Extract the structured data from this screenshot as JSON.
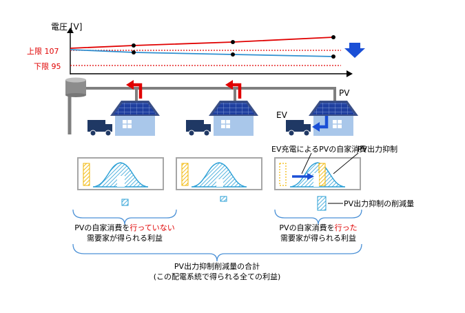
{
  "graph": {
    "ylabel": "電圧 [V]",
    "upper_limit": "上限 107",
    "lower_limit": "下限 95"
  },
  "labels": {
    "pv": "PV",
    "ev": "EV",
    "ev_self_consumption": "EV充電によるPVの自家消費",
    "pv_curtailment": "PV出力抑制",
    "curtailment_reduction": "PV出力抑制の削減量"
  },
  "captions": {
    "without": {
      "prefix": "PVの自家消費を",
      "highlight": "行っていない",
      "line2": "需要家が得られる利益"
    },
    "with": {
      "prefix": "PVの自家消費を",
      "highlight": "行った",
      "line2": "需要家が得られる利益"
    },
    "total": {
      "line1": "PV出力抑制削減量の合計",
      "line2": "(この配電系統で得られる全ての利益)"
    }
  },
  "colors": {
    "voltage_high": "#e00000",
    "voltage_low": "#2f8fd0",
    "limit_line": "#e00000",
    "arrow_blue": "#1a4fd6",
    "arrow_red": "#e00000",
    "pv_hatch": "#2a9fd6",
    "bar_yellow": "#f2b600",
    "house_wall": "#a9c7ea",
    "roof": "#3a4f86",
    "panel": "#1f3f9f",
    "vehicle": "#1f3864",
    "pole": "#7f7f7f",
    "bracket": "#4a90d6"
  }
}
